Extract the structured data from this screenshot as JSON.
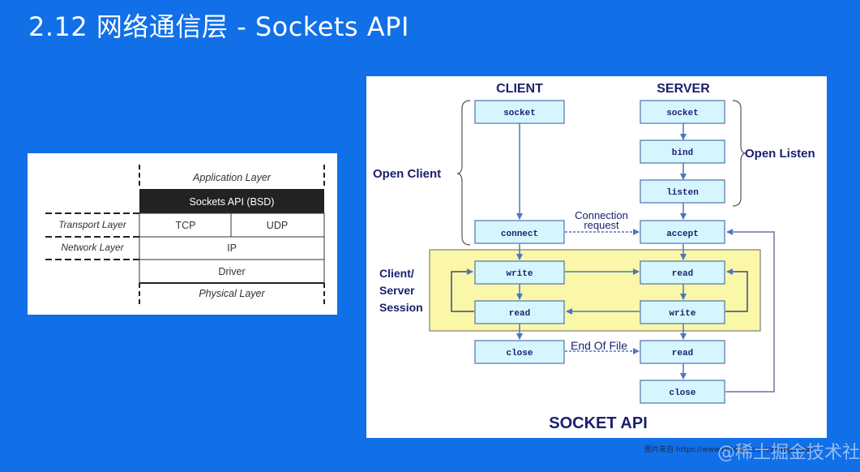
{
  "slide": {
    "title": "2.12 网络通信层 - Sockets API",
    "caption": "图片来自 https://www.cnblogs.com/zhangxiong",
    "watermark": "@稀土掘金技术社区"
  },
  "layer_diagram": {
    "application_layer": "Application Layer",
    "sockets_api": "Sockets API (BSD)",
    "transport_label": "Transport Layer",
    "tcp": "TCP",
    "udp": "UDP",
    "network_label": "Network Layer",
    "ip": "IP",
    "driver": "Driver",
    "physical_layer": "Physical Layer"
  },
  "socket_flow": {
    "client_header": "CLIENT",
    "server_header": "SERVER",
    "client_boxes": {
      "socket": "socket",
      "connect": "connect",
      "write": "write",
      "read": "read",
      "close": "close"
    },
    "server_boxes": {
      "socket": "socket",
      "bind": "bind",
      "listen": "listen",
      "accept": "accept",
      "read": "read",
      "write": "write",
      "read2": "read",
      "close": "close"
    },
    "open_client": "Open Client",
    "open_listen": "Open Listen",
    "connection_request_line1": "Connection",
    "connection_request_line2": "request",
    "session_line1": "Client/",
    "session_line2": "Server",
    "session_line3": "Session",
    "end_of_file": "End Of File",
    "footer": "SOCKET API",
    "colors": {
      "box_fill": "#d6f6ff",
      "box_stroke": "#4f73a8",
      "arrow": "#4a78c0",
      "label": "#1a1f6e",
      "session_fill": "#fbf7a8"
    }
  }
}
